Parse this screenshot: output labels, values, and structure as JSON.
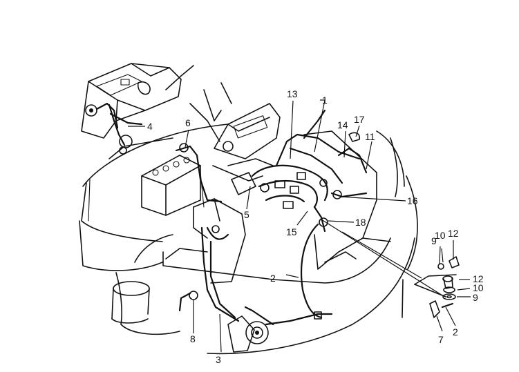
{
  "callouts": [
    {
      "id": "c1",
      "label": "1"
    },
    {
      "id": "c2",
      "label": "2"
    },
    {
      "id": "c2b",
      "label": "2"
    },
    {
      "id": "c3",
      "label": "3"
    },
    {
      "id": "c4",
      "label": "4"
    },
    {
      "id": "c5",
      "label": "5"
    },
    {
      "id": "c6",
      "label": "6"
    },
    {
      "id": "c7",
      "label": "7"
    },
    {
      "id": "c8",
      "label": "8"
    },
    {
      "id": "c9",
      "label": "9"
    },
    {
      "id": "c9b",
      "label": "9"
    },
    {
      "id": "c10",
      "label": "10"
    },
    {
      "id": "c10b",
      "label": "10"
    },
    {
      "id": "c11",
      "label": "11"
    },
    {
      "id": "c12",
      "label": "12"
    },
    {
      "id": "c12b",
      "label": "12"
    },
    {
      "id": "c13",
      "label": "13"
    },
    {
      "id": "c14",
      "label": "14"
    },
    {
      "id": "c15",
      "label": "15"
    },
    {
      "id": "c16",
      "label": "16"
    },
    {
      "id": "c17",
      "label": "17"
    },
    {
      "id": "c18",
      "label": "18"
    }
  ]
}
